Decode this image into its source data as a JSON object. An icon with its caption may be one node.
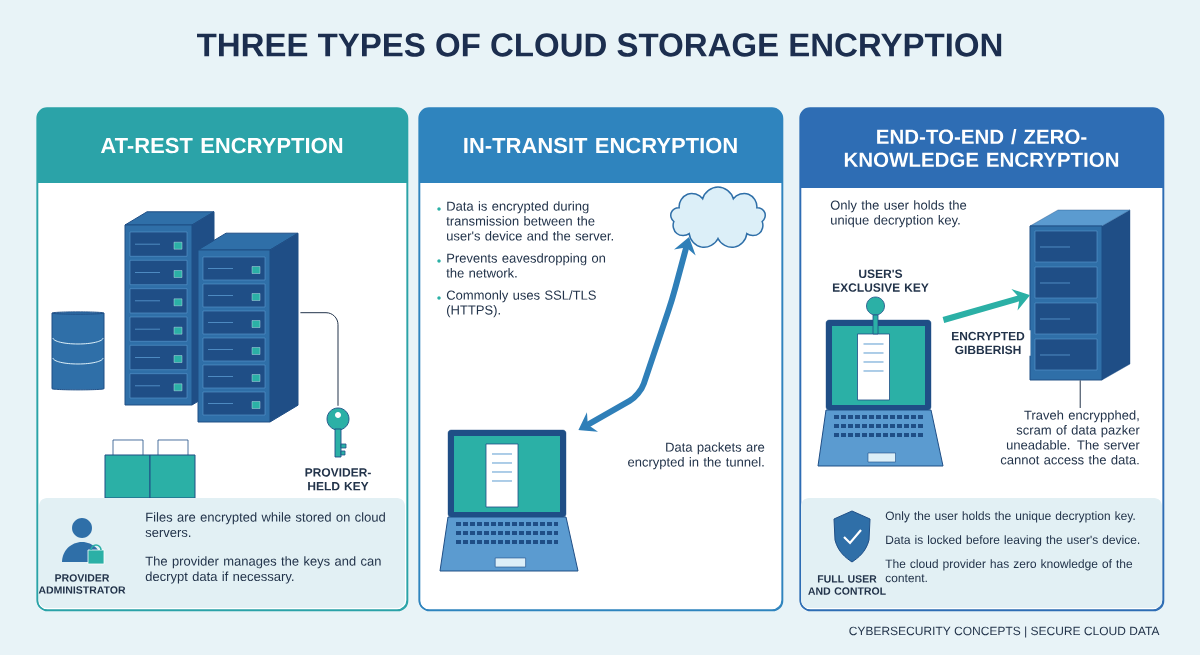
{
  "diagram": {
    "title": "THREE TYPES OF CLOUD STORAGE ENCRYPTION",
    "caption": "CYBERSECURITY CONCEPTS | SECURE CLOUD DATA",
    "nodes": [
      {
        "text": [
          "AT-REST ENCRYPTION"
        ]
      },
      {
        "text": [],
        "shape": "picture",
        "in": 0
      },
      {
        "text": [],
        "shape": "picture",
        "in": 0
      },
      {
        "text": [
          "Files are encrypted while stored on cloud servers.",
          "The provider manages the keys and can decrypt data if necessary."
        ],
        "in": 0
      },
      {
        "text": [
          "IN-TRANSIT ENCRYPTION"
        ]
      },
      {
        "text": [],
        "shape": "picture",
        "in": 4
      },
      {
        "text": [],
        "shape": "cloud",
        "in": 4
      },
      {
        "text": [
          "END-TO-END / ZERO-KNOWLEDGE ENCRYPTION"
        ]
      },
      {
        "text": [],
        "shape": "picture",
        "in": 7,
        "beside": [
          "USER'S EXCLUSIVE KEY"
        ]
      },
      {
        "text": [],
        "shape": "picture",
        "in": 7
      },
      {
        "text": [
          "Traveh encrypphed, scram of data pazker uneadable. The server cannot access the data."
        ],
        "in": 7
      },
      {
        "text": [
          "Only the user holds the unique decryption key.",
          "Data is locked before leaving the user's device.",
          "The cloud provider has zero knowledge of the content."
        ],
        "in": 7
      }
    ],
    "edges": [
      {
        "from": 1,
        "to": 2,
        "arrow": "none"
      },
      {
        "from": 5,
        "to": 6,
        "arrow": "both",
        "style": "thick",
        "color": "#2f7fb8"
      },
      {
        "from": 8,
        "to": 9,
        "arrow": "to",
        "style": "thick",
        "color": "#2bb0a6",
        "label": "ENCRYPTED GIBBERISH"
      },
      {
        "from": 9,
        "to": 10,
        "arrow": "none"
      }
    ],
    "labels": [
      "PROVIDER-HELD KEY",
      "PROVIDER ADMINISTRATOR",
      "Data is encrypted during transmission between the user's device and the server.",
      "Prevents eavesdropping on the network.",
      "Commonly uses SSL/TLS (HTTPS).",
      "Data packets are encrypted in the tunnel.",
      "Only the user holds the unique decryption key.",
      "FULL USER AND CONTROL"
    ]
  }
}
